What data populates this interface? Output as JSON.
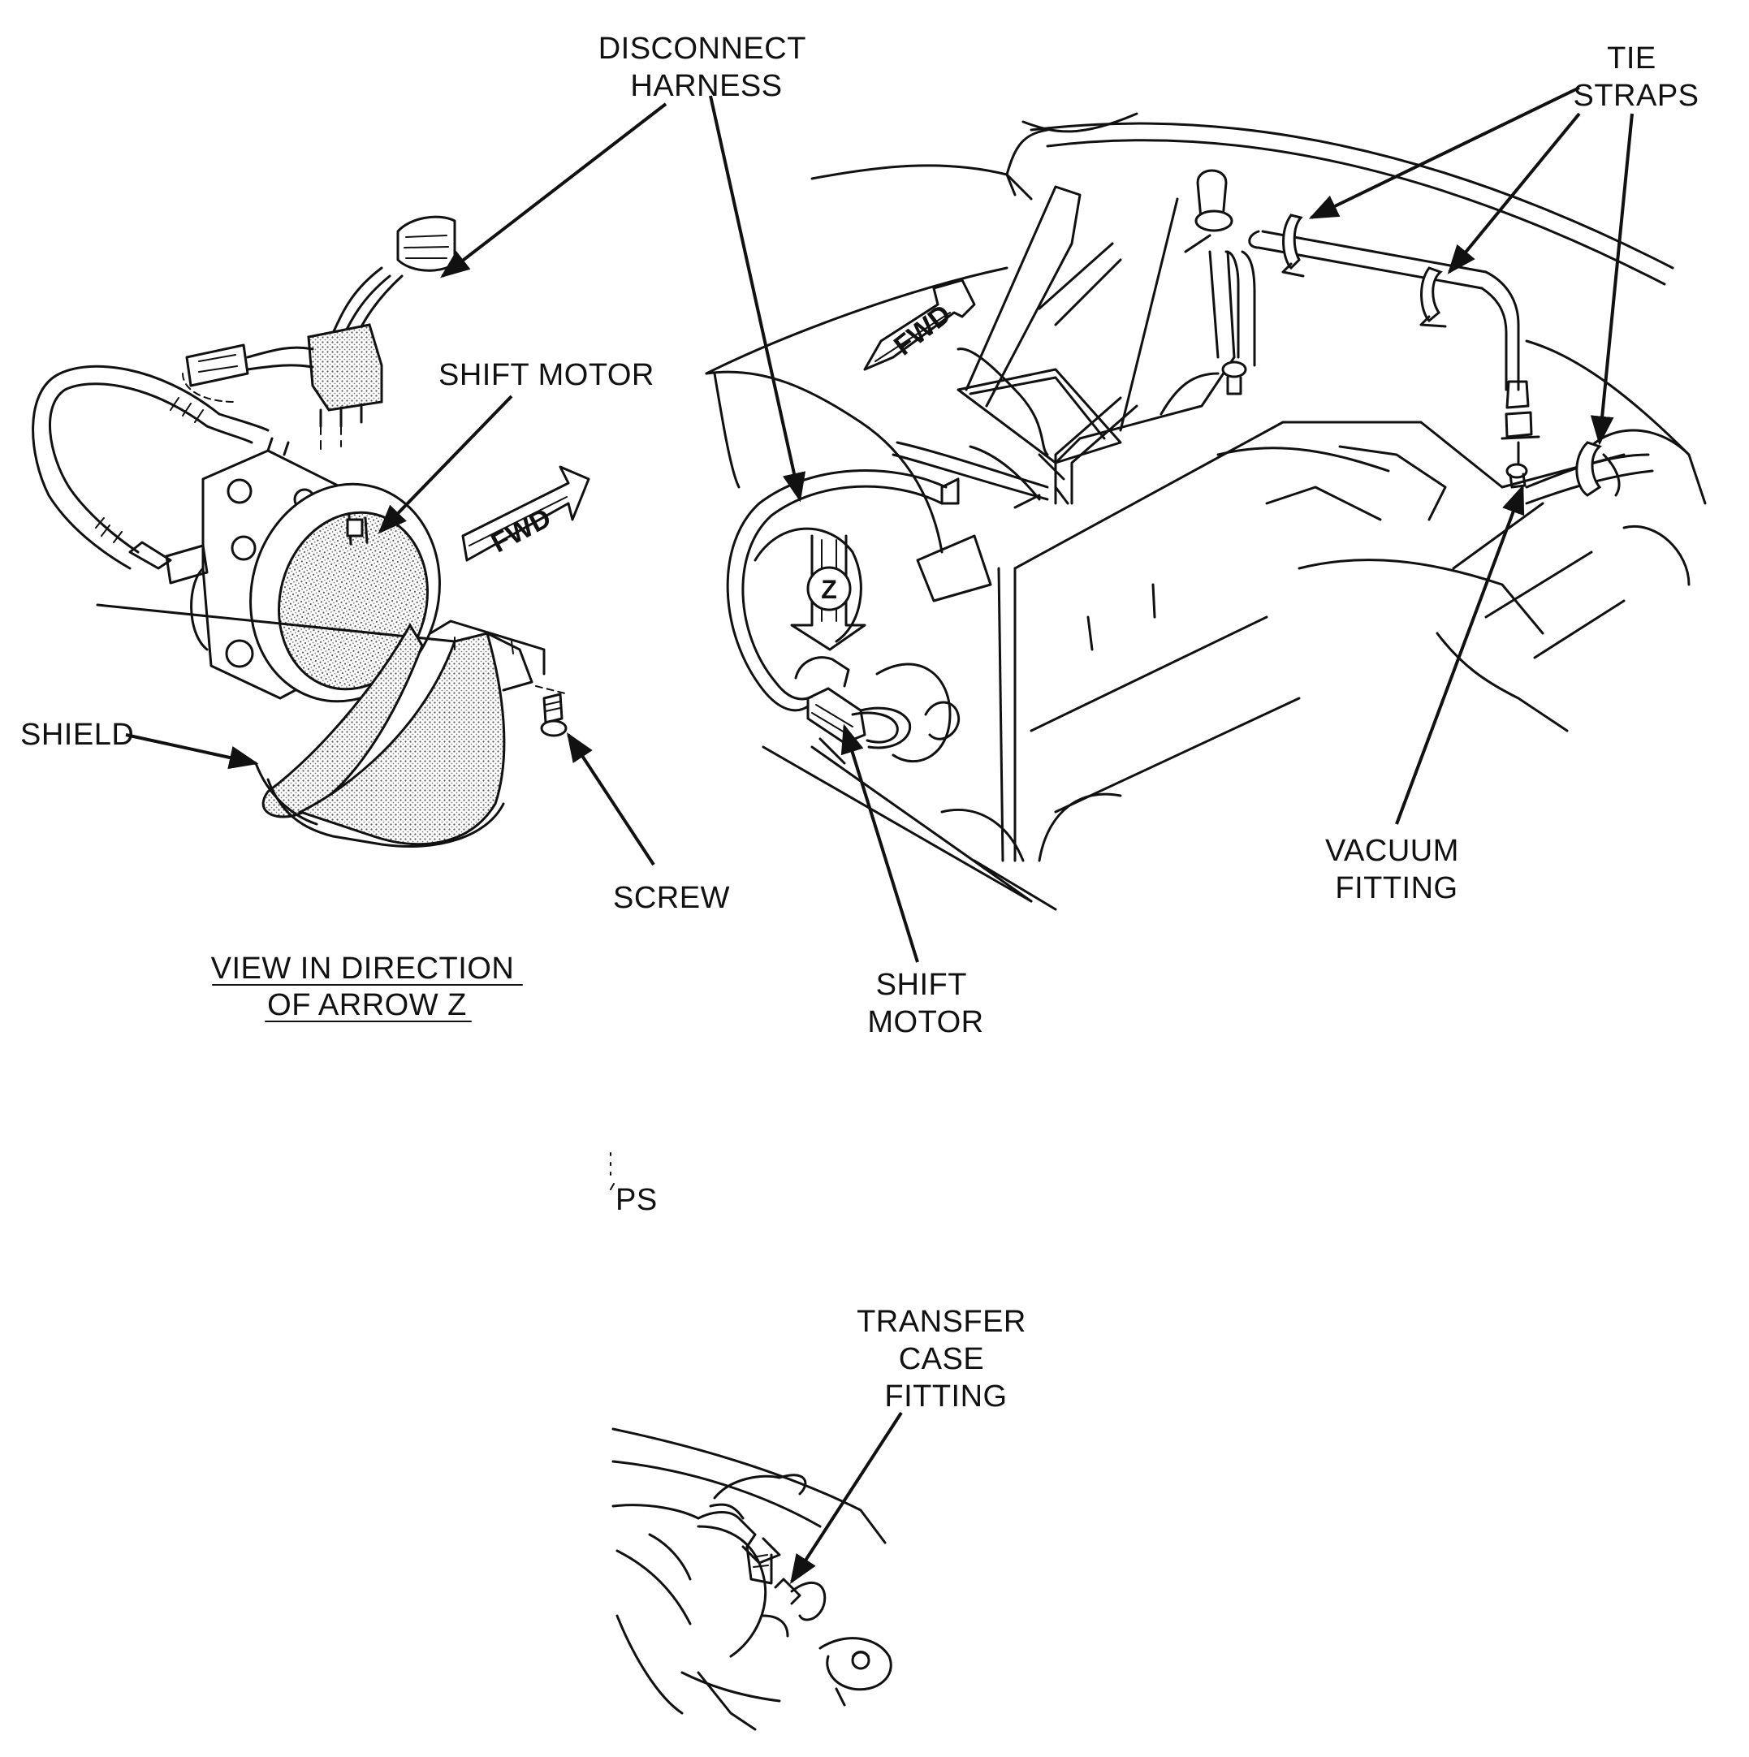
{
  "labels": {
    "disconnect_harness": [
      "DISCONNECT",
      "HARNESS"
    ],
    "tie_straps": [
      "TIE",
      "STRAPS"
    ],
    "shift_motor_detail": "SHIFT MOTOR",
    "fwd_detail": "FWD",
    "fwd_main": "FWD",
    "arrow_z": "Z",
    "shield": "SHIELD",
    "screw": "SCREW",
    "view_direction": [
      "VIEW IN DIRECTION",
      "OF ARROW Z"
    ],
    "vacuum_fitting": [
      "VACUUM",
      "FITTING"
    ],
    "shift_motor_main": [
      "SHIFT",
      "MOTOR"
    ],
    "fragment_text": "PS",
    "transfer_case_fitting": [
      "TRANSFER",
      "CASE",
      "FITTING"
    ]
  },
  "colors": {
    "ink": "#111111",
    "background": "#ffffff"
  }
}
